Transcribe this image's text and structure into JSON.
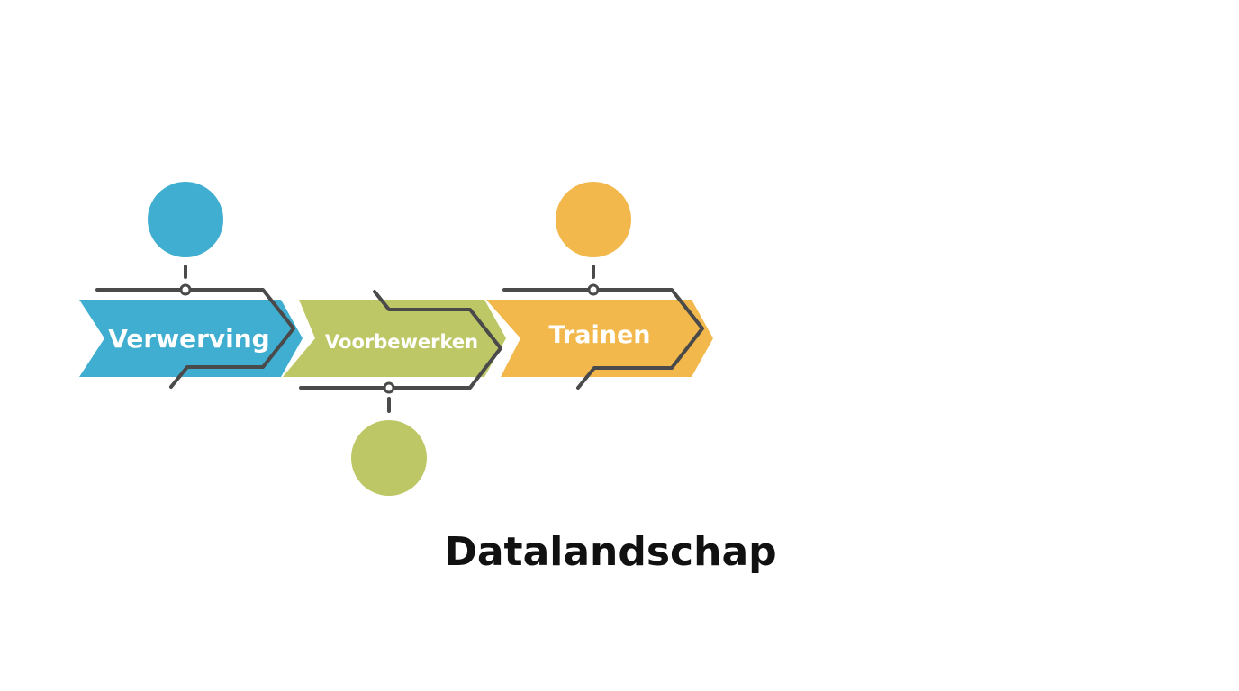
{
  "title": "Datalandschap",
  "steps": [
    {
      "label": "Verwerving",
      "color": "#40AED1",
      "circle_position": "top"
    },
    {
      "label": "Voorbewerken",
      "color": "#BDC766",
      "circle_position": "bottom"
    },
    {
      "label": "Trainen",
      "color": "#F2B84C",
      "circle_position": "top"
    }
  ],
  "connector_color": "#4A4A4A"
}
